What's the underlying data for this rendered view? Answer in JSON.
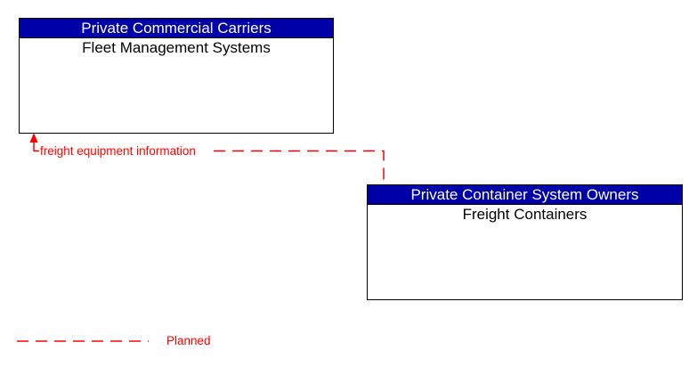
{
  "diagram": {
    "boxes": [
      {
        "title": "Private Commercial Carriers",
        "name": "Fleet Management Systems"
      },
      {
        "title": "Private Container System Owners",
        "name": "Freight Containers"
      }
    ],
    "flows": [
      {
        "label": "freight equipment information",
        "from": "Freight Containers",
        "to": "Fleet Management Systems",
        "status": "Planned",
        "line_style": "dashed"
      }
    ],
    "legend": [
      {
        "label": "Planned",
        "line_style": "dashed"
      }
    ],
    "colors": {
      "header_bg": "#0000A8",
      "header_text": "#FFFFFF",
      "entity_text": "#000000",
      "border": "#000000",
      "flow": "#FF0000",
      "background": "#FFFFFF"
    }
  }
}
